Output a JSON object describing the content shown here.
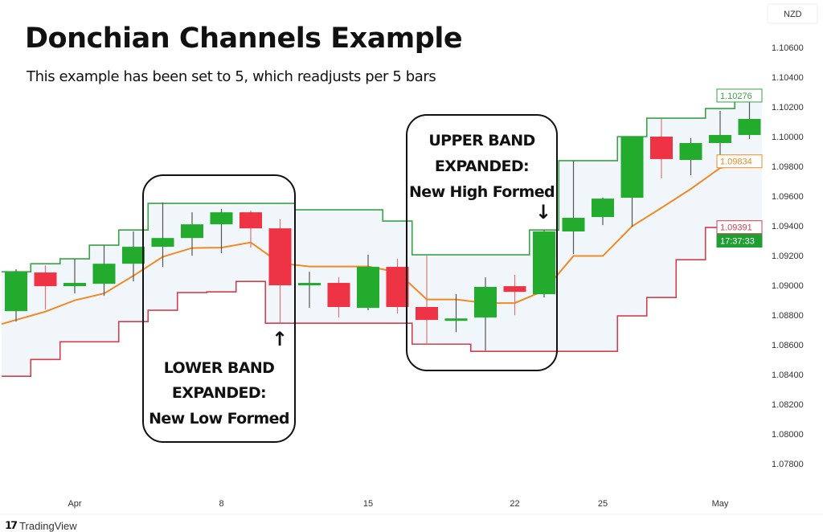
{
  "header": {
    "title": "Donchian Channels Example",
    "subtitle": "This example has been set to 5, which readjusts per 5 bars"
  },
  "annotations": {
    "lower_box": {
      "line1": "LOWER BAND",
      "line2": "EXPANDED:",
      "line3": "New Low Formed",
      "arrow": "↑"
    },
    "upper_box": {
      "line1": "UPPER BAND",
      "line2": "EXPANDED:",
      "line3": "New High Formed",
      "arrow": "↓"
    }
  },
  "footer": {
    "logo_mark": "17",
    "brand": "TradingView"
  },
  "chart_data": {
    "type": "candlestick",
    "title": "",
    "currency_label": "NZD",
    "colors": {
      "up": "#22ab2d",
      "down": "#ee3344",
      "upper_band": "#3aa245",
      "lower_band": "#d2404e",
      "basis": "#f08a24",
      "band_fill": "#f1f6fb",
      "wick": "#555555"
    },
    "x_tick_labels": [
      {
        "index": 2,
        "label": "Apr"
      },
      {
        "index": 7,
        "label": "8"
      },
      {
        "index": 12,
        "label": "15"
      },
      {
        "index": 17,
        "label": "22"
      },
      {
        "index": 20,
        "label": "25"
      },
      {
        "index": 24,
        "label": "May"
      }
    ],
    "y_ticks": [
      "1.10600",
      "1.10400",
      "1.10200",
      "1.10000",
      "1.09800",
      "1.09600",
      "1.09400",
      "1.09200",
      "1.09000",
      "1.08800",
      "1.08600",
      "1.08400",
      "1.08200",
      "1.08000",
      "1.07800"
    ],
    "ylim": [
      1.077,
      1.1092
    ],
    "price_tags": [
      {
        "label": "1.10276",
        "value": 1.10276,
        "style": "upper"
      },
      {
        "label": "1.09834",
        "value": 1.09834,
        "style": "basis"
      },
      {
        "label": "1.09391",
        "value": 1.09391,
        "style": "lower"
      },
      {
        "label": "17:37:33",
        "value": 1.093,
        "style": "countdown"
      }
    ],
    "donchian_period": 5,
    "candles": [
      {
        "o": 1.08826,
        "h": 1.09108,
        "l": 1.08756,
        "c": 1.09091
      },
      {
        "o": 1.09086,
        "h": 1.09134,
        "l": 1.08837,
        "c": 1.08994
      },
      {
        "o": 1.08994,
        "h": 1.09178,
        "l": 1.08945,
        "c": 1.09016
      },
      {
        "o": 1.0901,
        "h": 1.0927,
        "l": 1.08929,
        "c": 1.09145
      },
      {
        "o": 1.09145,
        "h": 1.09362,
        "l": 1.09026,
        "c": 1.09259
      },
      {
        "o": 1.09259,
        "h": 1.09556,
        "l": 1.09124,
        "c": 1.09318
      },
      {
        "o": 1.09318,
        "h": 1.09491,
        "l": 1.09199,
        "c": 1.0941
      },
      {
        "o": 1.0941,
        "h": 1.09513,
        "l": 1.09216,
        "c": 1.09491
      },
      {
        "o": 1.09491,
        "h": 1.09502,
        "l": 1.09253,
        "c": 1.09383
      },
      {
        "o": 1.09383,
        "h": 1.09443,
        "l": 1.0875,
        "c": 1.09
      },
      {
        "o": 1.09,
        "h": 1.09091,
        "l": 1.08848,
        "c": 1.09016
      },
      {
        "o": 1.09016,
        "h": 1.09053,
        "l": 1.08783,
        "c": 1.08854
      },
      {
        "o": 1.08848,
        "h": 1.09205,
        "l": 1.08832,
        "c": 1.09124
      },
      {
        "o": 1.09124,
        "h": 1.09178,
        "l": 1.0881,
        "c": 1.08854
      },
      {
        "o": 1.08854,
        "h": 1.09199,
        "l": 1.08604,
        "c": 1.08767
      },
      {
        "o": 1.08761,
        "h": 1.0894,
        "l": 1.08685,
        "c": 1.08777
      },
      {
        "o": 1.08783,
        "h": 1.09053,
        "l": 1.08561,
        "c": 1.08989
      },
      {
        "o": 1.08994,
        "h": 1.0907,
        "l": 1.08799,
        "c": 1.08956
      },
      {
        "o": 1.0894,
        "h": 1.09372,
        "l": 1.08918,
        "c": 1.09362
      },
      {
        "o": 1.09362,
        "h": 1.09838,
        "l": 1.0921,
        "c": 1.09454
      },
      {
        "o": 1.09459,
        "h": 1.09589,
        "l": 1.09405,
        "c": 1.09583
      },
      {
        "o": 1.09589,
        "h": 1.1,
        "l": 1.09394,
        "c": 1.1
      },
      {
        "o": 1.1,
        "h": 1.10119,
        "l": 1.09719,
        "c": 1.09849
      },
      {
        "o": 1.09843,
        "h": 1.09989,
        "l": 1.0974,
        "c": 1.09957
      },
      {
        "o": 1.09957,
        "h": 1.10173,
        "l": 1.09849,
        "c": 1.10011
      },
      {
        "o": 1.10011,
        "h": 1.10276,
        "l": 1.09984,
        "c": 1.10119
      }
    ],
    "upper_band": [
      1.09091,
      1.09145,
      1.09178,
      1.0927,
      1.09372,
      1.09551,
      1.09551,
      1.09551,
      1.09551,
      1.09551,
      1.09508,
      1.09508,
      1.09508,
      1.09432,
      1.09205,
      1.09205,
      1.09205,
      1.09205,
      1.09372,
      1.09838,
      1.09838,
      1.1,
      1.10124,
      1.10124,
      1.10189,
      1.10276
    ],
    "lower_band": [
      1.08388,
      1.08501,
      1.0862,
      1.0862,
      1.08756,
      1.08832,
      1.08951,
      1.08956,
      1.09026,
      1.08745,
      1.08745,
      1.08745,
      1.08745,
      1.08745,
      1.08604,
      1.08604,
      1.08556,
      1.08556,
      1.08556,
      1.08556,
      1.08556,
      1.08794,
      1.08918,
      1.09172,
      1.09389,
      1.09391
    ]
  }
}
